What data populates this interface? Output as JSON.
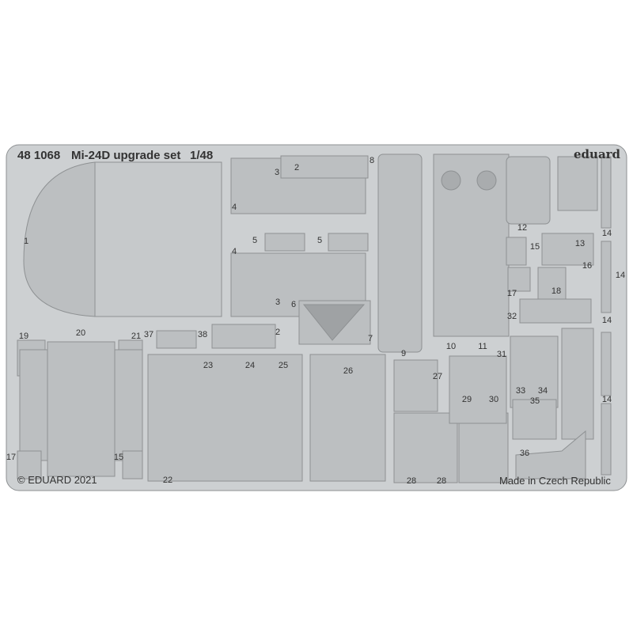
{
  "header": {
    "code": "48 1068",
    "title": "Mi-24D upgrade set",
    "scale": "1/48",
    "brand": "eduard"
  },
  "footer": {
    "copyright": "© EDUARD 2021",
    "origin": "Made in Czech Republic"
  },
  "parts": {
    "labels": [
      "1",
      "2",
      "2",
      "3",
      "3",
      "4",
      "4",
      "5",
      "5",
      "6",
      "7",
      "8",
      "9",
      "10",
      "11",
      "12",
      "13",
      "14",
      "14",
      "14",
      "14",
      "15",
      "15",
      "16",
      "17",
      "17",
      "18",
      "19",
      "20",
      "21",
      "22",
      "23",
      "24",
      "25",
      "26",
      "27",
      "28",
      "28",
      "29",
      "30",
      "31",
      "32",
      "33",
      "34",
      "35",
      "36",
      "37",
      "38"
    ]
  },
  "colors": {
    "fret": "#cdd0d2",
    "part": "#bcbfc1",
    "edge": "#8e9193"
  }
}
